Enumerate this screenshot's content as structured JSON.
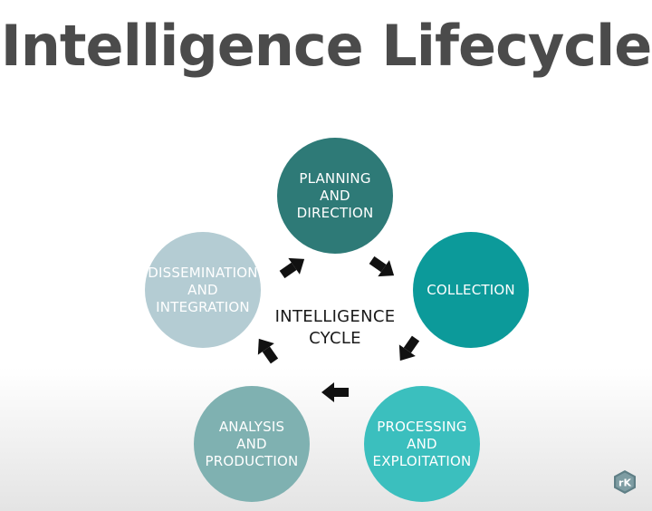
{
  "title": "Intelligence Lifecycle",
  "center": {
    "line1": "INTELLIGENCE",
    "line2": "CYCLE"
  },
  "nodes": [
    {
      "lines": [
        "PLANNING",
        "AND",
        "DIRECTION"
      ],
      "color": "#2e7a77"
    },
    {
      "lines": [
        "COLLECTION"
      ],
      "color": "#0c9a9a"
    },
    {
      "lines": [
        "PROCESSING",
        "AND",
        "EXPLOITATION"
      ],
      "color": "#3bbfbe"
    },
    {
      "lines": [
        "ANALYSIS",
        "AND",
        "PRODUCTION"
      ],
      "color": "#7fb1b1"
    },
    {
      "lines": [
        "DISSEMINATION",
        "AND",
        "INTEGRATION"
      ],
      "color": "#b4ccd3"
    }
  ],
  "logo": {
    "text": "rK",
    "icon": "hexagon-logo-icon"
  }
}
